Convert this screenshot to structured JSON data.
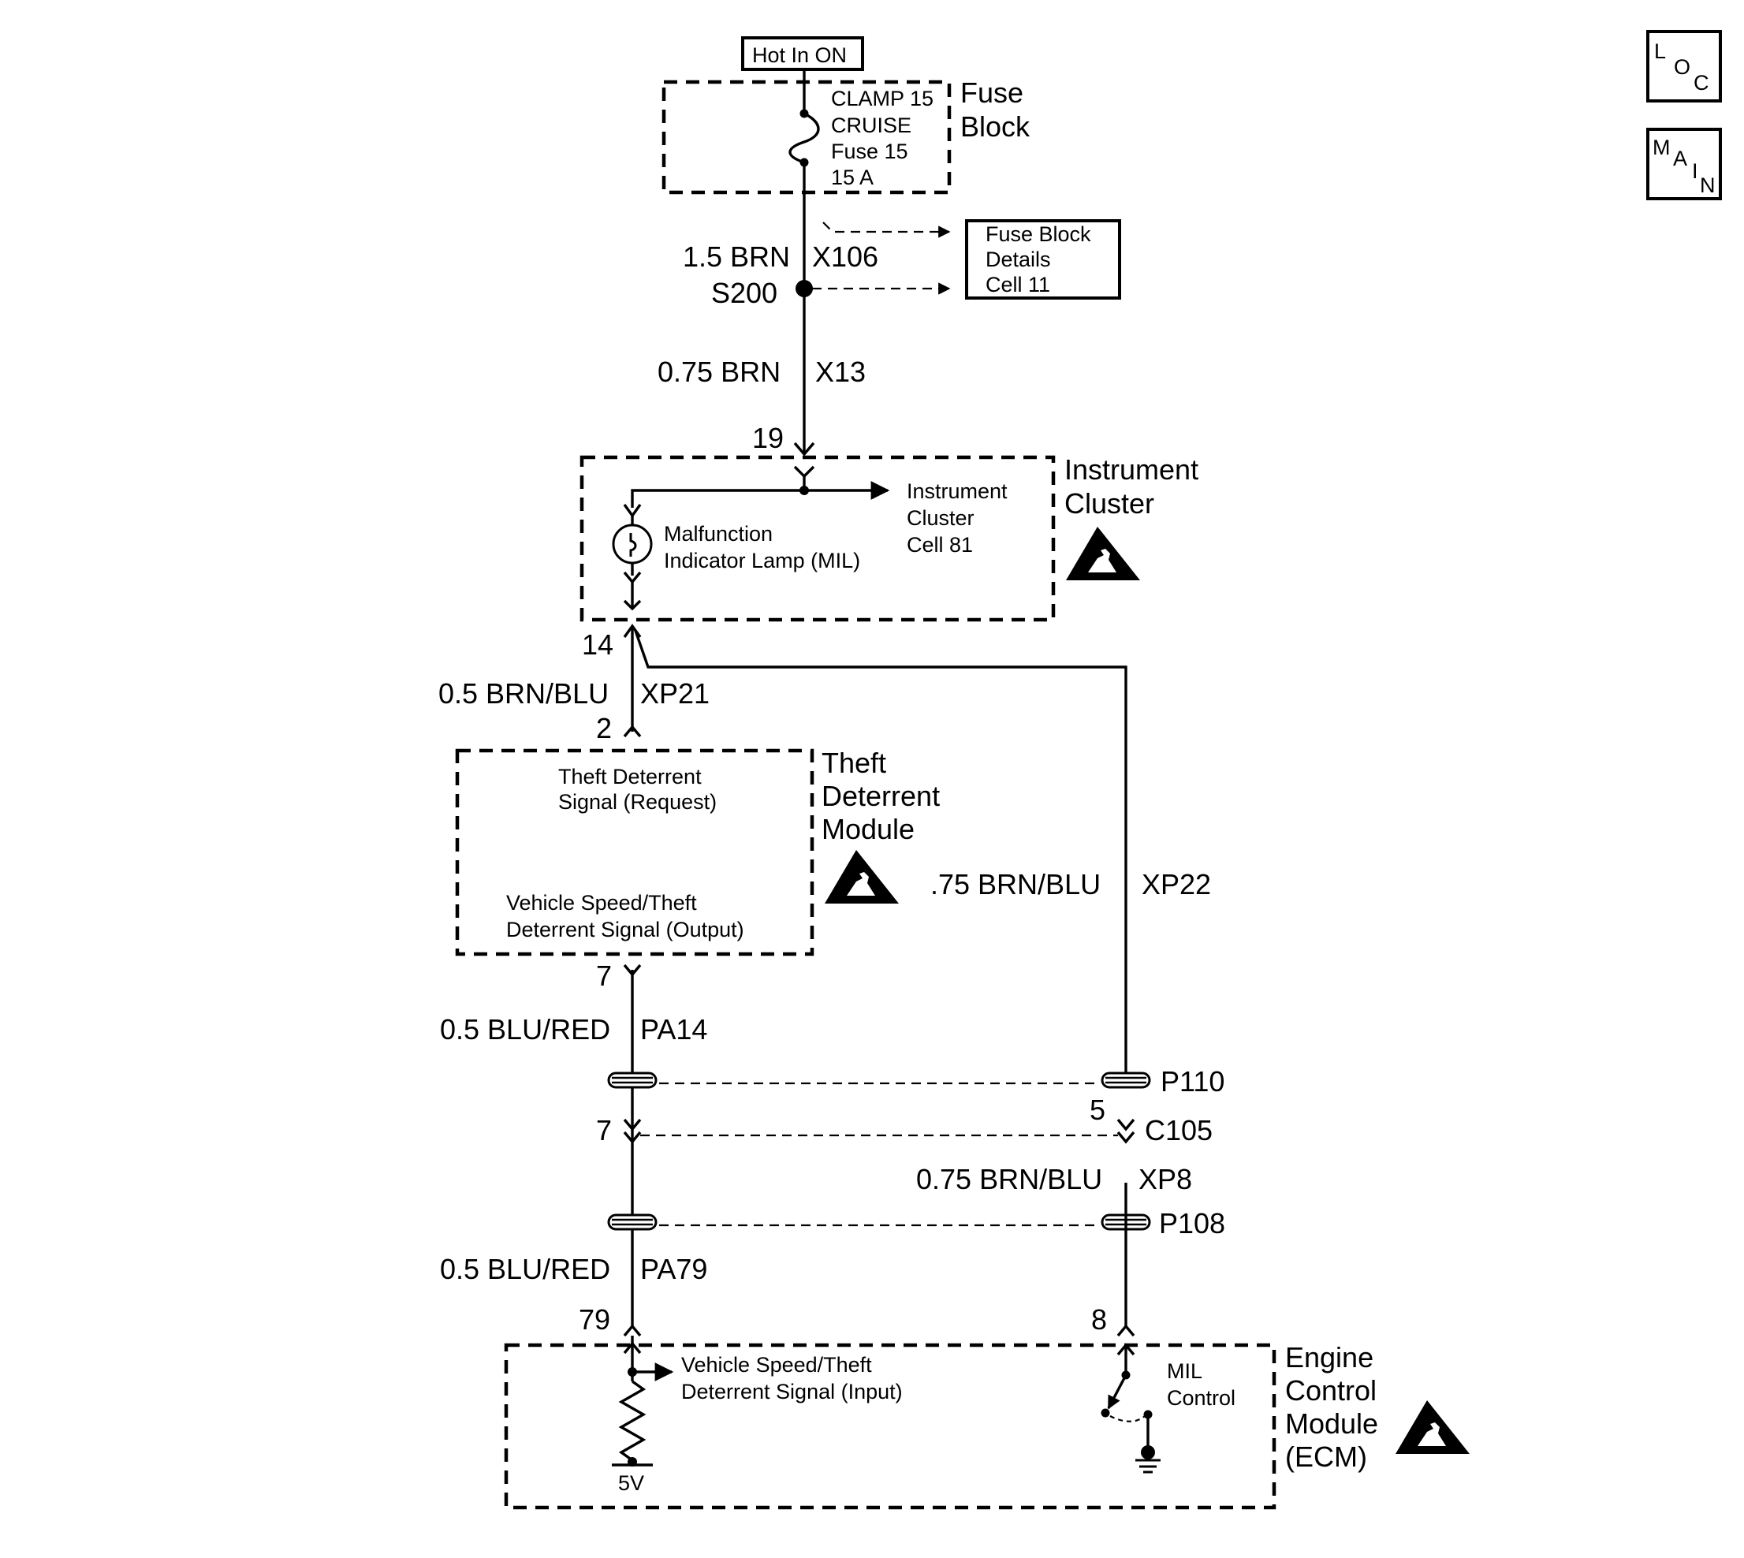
{
  "nav": {
    "loc": {
      "l": "L",
      "o": "O",
      "c": "C"
    },
    "main": {
      "m": "M",
      "a": "A",
      "i": "I",
      "n": "N"
    }
  },
  "power": {
    "label": "Hot In ON"
  },
  "fuse_block": {
    "title_line1": "Fuse",
    "title_line2": "Block",
    "fuse_line1": "CLAMP 15",
    "fuse_line2": "CRUISE",
    "fuse_line3": "Fuse 15",
    "fuse_line4": "15 A"
  },
  "fuse_details": {
    "line1": "Fuse Block",
    "line2": "Details",
    "line3": "Cell 11"
  },
  "wires": {
    "w1": {
      "gauge": "1.5 BRN",
      "circuit": "X106"
    },
    "splice": "S200",
    "w2": {
      "gauge": "0.75 BRN",
      "circuit": "X13"
    },
    "w3": {
      "gauge": "0.5 BRN/BLU",
      "circuit": "XP21"
    },
    "w4": {
      "gauge": ".75 BRN/BLU",
      "circuit": "XP22"
    },
    "w5": {
      "gauge": "0.5 BLU/RED",
      "circuit": "PA14"
    },
    "w6": {
      "gauge": "0.75 BRN/BLU",
      "circuit": "XP8"
    },
    "w7": {
      "gauge": "0.5 BLU/RED",
      "circuit": "PA79"
    }
  },
  "pins": {
    "ic_in": "19",
    "ic_out": "14",
    "tdm_in": "2",
    "tdm_out": "7",
    "c105_left": "7",
    "c105_right": "5",
    "ecm_left": "79",
    "ecm_right": "8"
  },
  "connectors": {
    "p110": "P110",
    "c105": "C105",
    "p108": "P108"
  },
  "instrument_cluster": {
    "title_line1": "Instrument",
    "title_line2": "Cluster",
    "lamp_line1": "Malfunction",
    "lamp_line2": "Indicator Lamp (MIL)",
    "ref_line1": "Instrument",
    "ref_line2": "Cluster",
    "ref_line3": "Cell 81"
  },
  "theft_module": {
    "title_line1": "Theft",
    "title_line2": "Deterrent",
    "title_line3": "Module",
    "req_line1": "Theft  Deterrent",
    "req_line2": "Signal (Request)",
    "out_line1": "Vehicle Speed/Theft",
    "out_line2": "Deterrent Signal (Output)"
  },
  "ecm": {
    "title_line1": "Engine",
    "title_line2": "Control",
    "title_line3": "Module",
    "title_line4": "(ECM)",
    "in_line1": "Vehicle Speed/Theft",
    "in_line2": "Deterrent Signal (Input)",
    "ref_voltage": "5V",
    "mil_line1": "MIL",
    "mil_line2": "Control"
  }
}
